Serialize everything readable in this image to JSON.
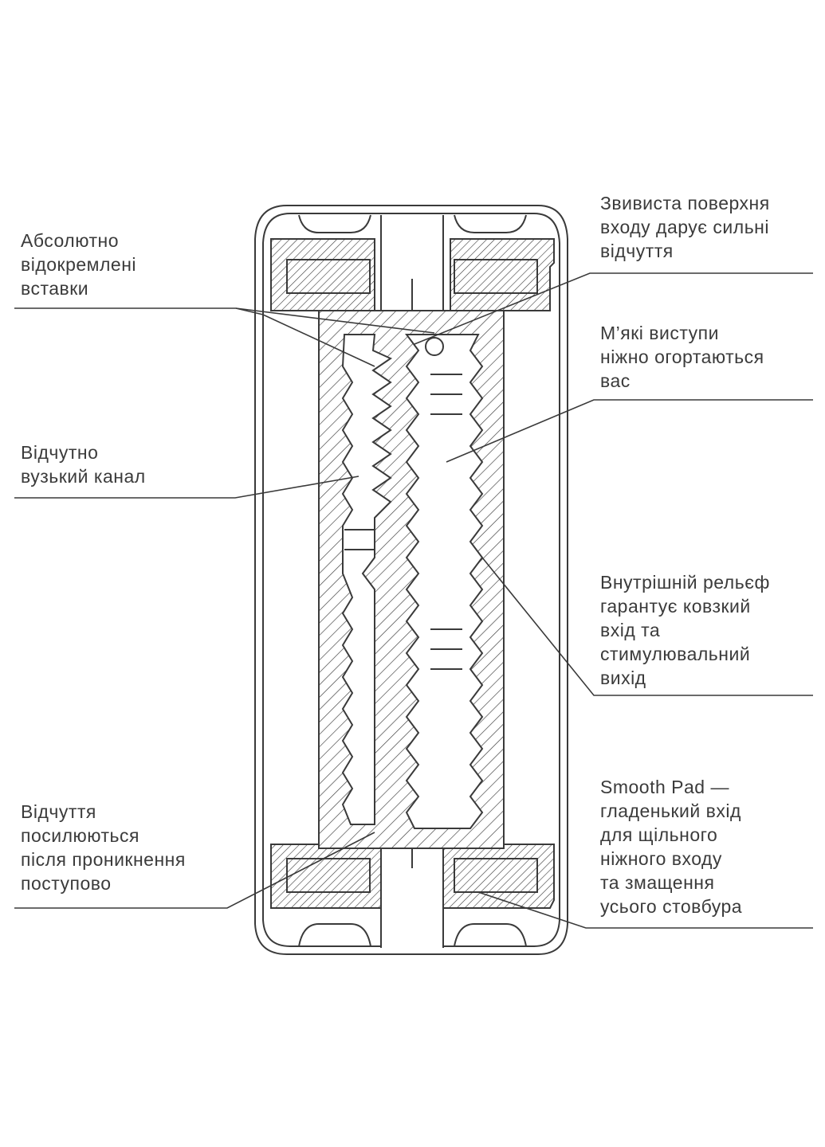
{
  "labels": {
    "absolutely_separate": [
      "Абсолютно",
      "відокремлені",
      "вставки"
    ],
    "narrow_channel": [
      "Відчутно",
      "вузький канал"
    ],
    "sensations_gradual": [
      "Відчуття",
      "посилюються",
      "після проникнення",
      "поступово"
    ],
    "twisted_surface": [
      "Звивиста поверхня",
      "входу дарує сильні",
      "відчуття"
    ],
    "soft_protrusions": [
      "М’які виступи",
      "ніжно огортаються",
      "вас"
    ],
    "inner_relief": [
      "Внутрішній рельєф",
      "гарантує ковзкий",
      "вхід та",
      "стимулювальний",
      "вихід"
    ],
    "smooth_pad": [
      "Smooth Pad —",
      "гладенький вхід",
      "для щільного",
      "ніжного входу",
      "та змащення",
      "усього стовбура"
    ]
  },
  "colors": {
    "line": "#3a3a3a",
    "text": "#3b3b3b",
    "background": "#ffffff"
  }
}
